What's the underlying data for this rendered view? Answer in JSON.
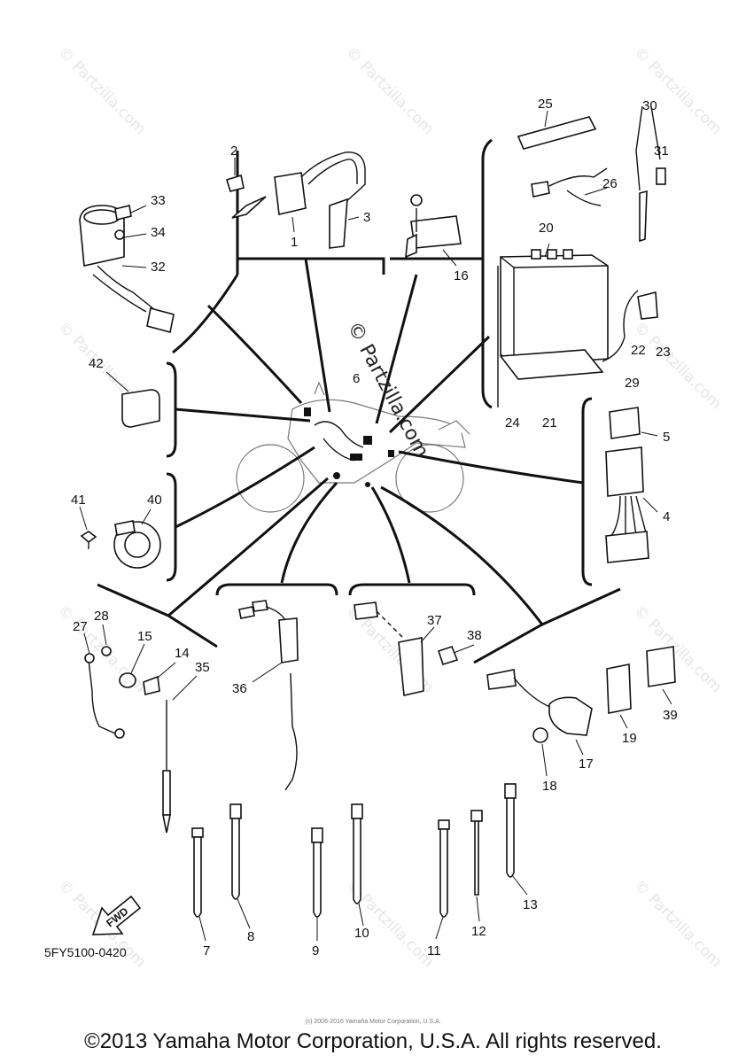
{
  "watermark": {
    "text": "© Partzilla.com",
    "center_text": "© Partzilla.com"
  },
  "diagram_code": "5FY5100-0420",
  "fwd_label": "FWD",
  "copyright_small": "(c) 2006-2016 Yamaha Motor Corporation, U.S.A.",
  "footer": "©2013 Yamaha Motor Corporation, U.S.A. All rights reserved.",
  "callouts": {
    "c1": "1",
    "c2": "2",
    "c3": "3",
    "c4": "4",
    "c5": "5",
    "c6": "6",
    "c7": "7",
    "c8": "8",
    "c9": "9",
    "c10": "10",
    "c11": "11",
    "c12": "12",
    "c13": "13",
    "c14": "14",
    "c15": "15",
    "c16": "16",
    "c17": "17",
    "c18": "18",
    "c19": "19",
    "c20": "20",
    "c21": "21",
    "c22": "22",
    "c23": "23",
    "c24": "24",
    "c25": "25",
    "c26": "26",
    "c27": "27",
    "c28": "28",
    "c29": "29",
    "c30": "30",
    "c31": "31",
    "c32": "32",
    "c33": "33",
    "c34": "34",
    "c35": "35",
    "c36": "36",
    "c37": "37",
    "c38": "38",
    "c39": "39",
    "c40": "40",
    "c41": "41",
    "c42": "42"
  }
}
